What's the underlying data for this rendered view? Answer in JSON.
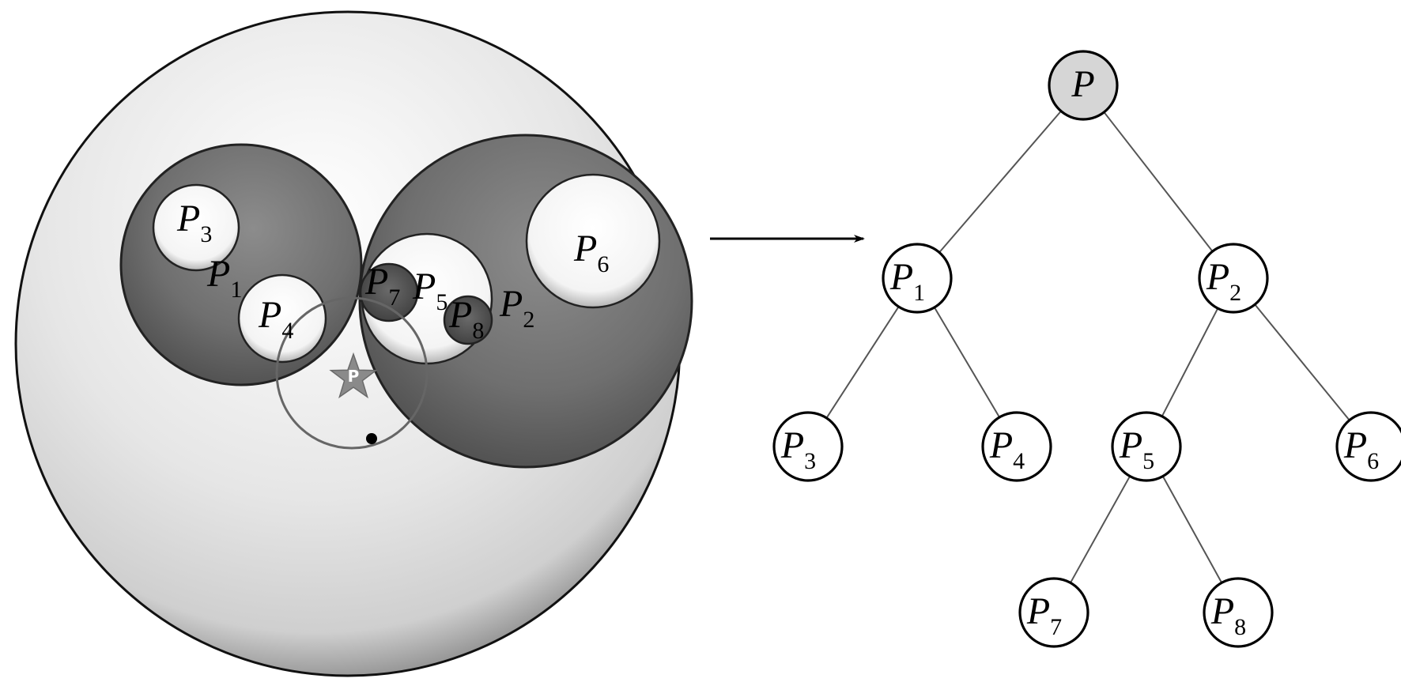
{
  "colors": {
    "root_fill": "#d6d6d6",
    "node_fill": "#ffffff",
    "outer_sphere": "#f2f2f2",
    "inner_sphere": "#6e6e6e",
    "leaf_sphere": "#fafafa",
    "star": "#8a8a8a",
    "query_point": "#000000"
  },
  "icons": {
    "star": "star-icon",
    "arrow": "arrow-right-icon"
  },
  "sphere_view": {
    "query_symbol": "P",
    "labels": [
      {
        "id": "p3",
        "base": "P",
        "sub": "3"
      },
      {
        "id": "p1",
        "base": "P",
        "sub": "1"
      },
      {
        "id": "p4",
        "base": "P",
        "sub": "4"
      },
      {
        "id": "p7",
        "base": "P",
        "sub": "7"
      },
      {
        "id": "p5",
        "base": "P",
        "sub": "5"
      },
      {
        "id": "p8",
        "base": "P",
        "sub": "8"
      },
      {
        "id": "p2",
        "base": "P",
        "sub": "2"
      },
      {
        "id": "p6",
        "base": "P",
        "sub": "6"
      }
    ]
  },
  "tree": {
    "nodes": [
      {
        "id": "root",
        "base": "P",
        "sub": "",
        "parent": null
      },
      {
        "id": "p1",
        "base": "P",
        "sub": "1",
        "parent": "root"
      },
      {
        "id": "p2",
        "base": "P",
        "sub": "2",
        "parent": "root"
      },
      {
        "id": "p3",
        "base": "P",
        "sub": "3",
        "parent": "p1"
      },
      {
        "id": "p4",
        "base": "P",
        "sub": "4",
        "parent": "p1"
      },
      {
        "id": "p5",
        "base": "P",
        "sub": "5",
        "parent": "p2"
      },
      {
        "id": "p6",
        "base": "P",
        "sub": "6",
        "parent": "p2"
      },
      {
        "id": "p7",
        "base": "P",
        "sub": "7",
        "parent": "p5"
      },
      {
        "id": "p8",
        "base": "P",
        "sub": "8",
        "parent": "p5"
      }
    ]
  }
}
